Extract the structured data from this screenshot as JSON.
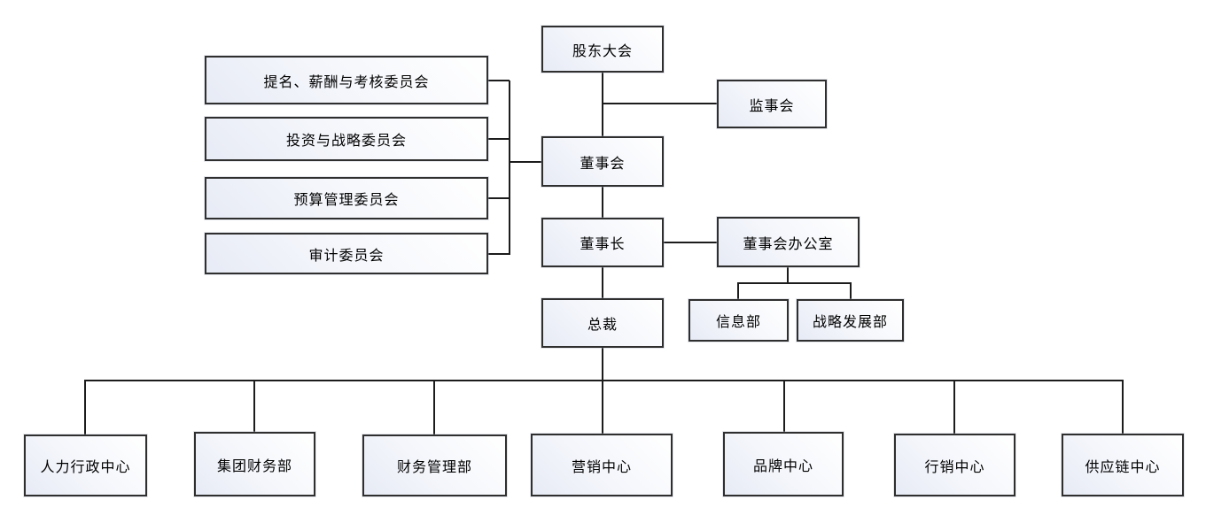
{
  "diagram": {
    "type": "organization-chart",
    "language": "zh-CN"
  },
  "nodes": {
    "shareholders": {
      "label": "股东大会"
    },
    "supervisory": {
      "label": "监事会"
    },
    "board": {
      "label": "董事会"
    },
    "committee_nomination": {
      "label": "提名、薪酬与考核委员会"
    },
    "committee_investment": {
      "label": "投资与战略委员会"
    },
    "committee_budget": {
      "label": "预算管理委员会"
    },
    "committee_audit": {
      "label": "审计委员会"
    },
    "chairman": {
      "label": "董事长"
    },
    "board_office": {
      "label": "董事会办公室"
    },
    "info_dept": {
      "label": "信息部"
    },
    "strategy_dept": {
      "label": "战略发展部"
    },
    "president": {
      "label": "总裁"
    },
    "hr_admin_center": {
      "label": "人力行政中心"
    },
    "group_finance_dept": {
      "label": "集团财务部"
    },
    "finance_mgmt_dept": {
      "label": "财务管理部"
    },
    "marketing_center": {
      "label": "营销中心"
    },
    "brand_center": {
      "label": "品牌中心"
    },
    "sales_center": {
      "label": "行销中心"
    },
    "supply_chain_center": {
      "label": "供应链中心"
    }
  },
  "edges": [
    {
      "from": "股东大会",
      "to": "董事会"
    },
    {
      "from": "股东大会",
      "to": "监事会"
    },
    {
      "from": "董事会",
      "to": "提名、薪酬与考核委员会"
    },
    {
      "from": "董事会",
      "to": "投资与战略委员会"
    },
    {
      "from": "董事会",
      "to": "预算管理委员会"
    },
    {
      "from": "董事会",
      "to": "审计委员会"
    },
    {
      "from": "董事会",
      "to": "董事长"
    },
    {
      "from": "董事长",
      "to": "董事会办公室"
    },
    {
      "from": "董事会办公室",
      "to": "信息部"
    },
    {
      "from": "董事会办公室",
      "to": "战略发展部"
    },
    {
      "from": "董事长",
      "to": "总裁"
    },
    {
      "from": "总裁",
      "to": "人力行政中心"
    },
    {
      "from": "总裁",
      "to": "集团财务部"
    },
    {
      "from": "总裁",
      "to": "财务管理部"
    },
    {
      "from": "总裁",
      "to": "营销中心"
    },
    {
      "from": "总裁",
      "to": "品牌中心"
    },
    {
      "from": "总裁",
      "to": "行销中心"
    },
    {
      "from": "总裁",
      "to": "供应链中心"
    }
  ],
  "colors": {
    "background": "#ffffff",
    "box_border": "#2f2f2f",
    "box_fill_light": "#ffffff",
    "box_fill_dark": "#e7ebf5",
    "connector": "#1c1c1c",
    "text": "#000000"
  }
}
